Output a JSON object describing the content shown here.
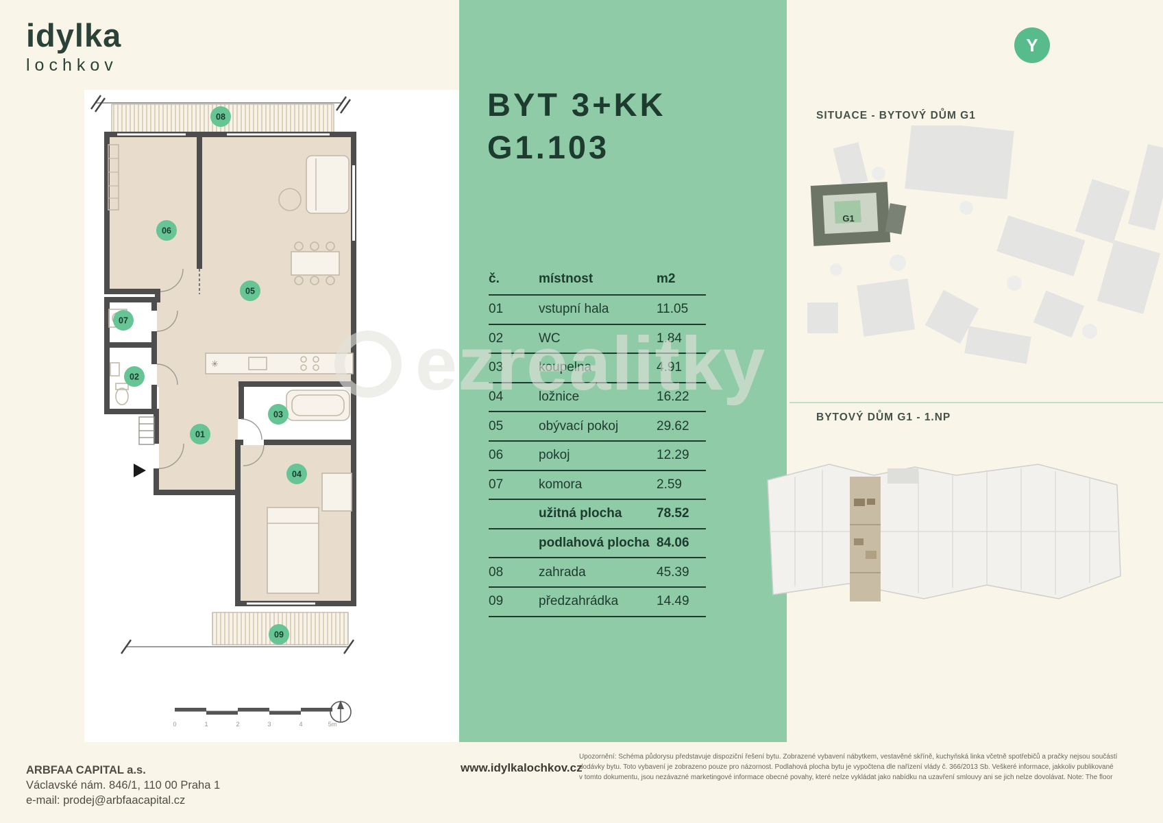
{
  "brand": {
    "line1": "idylka",
    "line2": "lochkov",
    "badge": "Y"
  },
  "unit": {
    "title_line1": "BYT 3+KK",
    "title_line2": "G1.103"
  },
  "room_table": {
    "headers": {
      "num": "č.",
      "name": "místnost",
      "area": "m2"
    },
    "rows": [
      {
        "num": "01",
        "name": "vstupní hala",
        "area": "11.05"
      },
      {
        "num": "02",
        "name": "WC",
        "area": "1.84"
      },
      {
        "num": "03",
        "name": "koupelna",
        "area": "4.91"
      },
      {
        "num": "04",
        "name": "ložnice",
        "area": "16.22"
      },
      {
        "num": "05",
        "name": "obývací pokoj",
        "area": "29.62"
      },
      {
        "num": "06",
        "name": "pokoj",
        "area": "12.29"
      },
      {
        "num": "07",
        "name": "komora",
        "area": "2.59"
      },
      {
        "num": "",
        "name": "užitná plocha",
        "area": "78.52"
      },
      {
        "num": "",
        "name": "podlahová plocha",
        "area": "84.06"
      },
      {
        "num": "08",
        "name": "zahrada",
        "area": "45.39"
      },
      {
        "num": "09",
        "name": "předzahrádka",
        "area": "14.49"
      }
    ]
  },
  "floorplan": {
    "markers": [
      "08",
      "06",
      "05",
      "07",
      "02",
      "03",
      "01",
      "04",
      "09"
    ],
    "scale_labels": [
      "0",
      "1",
      "2",
      "3",
      "4",
      "5m"
    ]
  },
  "right_panel": {
    "situace_title": "SITUACE - BYTOVÝ DŮM G1",
    "building_label": "G1",
    "np_title": "BYTOVÝ DŮM  G1 - 1.NP"
  },
  "watermark": {
    "text": "ezrealitky"
  },
  "footer": {
    "company": "ARBFAA CAPITAL a.s.",
    "address": "Václavské nám. 846/1, 110 00 Praha 1",
    "email": "e-mail: prodej@arbfaacapital.cz",
    "website": "www.idylkalochkov.cz",
    "disclaimer_line1": "Upozornění: Schéma půdorysu představuje dispoziční řešení bytu. Zobrazené vybavení nábytkem, vestavěné skříně, kuchyňská linka včetně spotřebičů a pračky nejsou součástí",
    "disclaimer_line2": "dodávky bytu. Toto vybavení je zobrazeno pouze pro názornost. Podlahová plocha bytu je vypočtena dle nařízení vlády č. 366/2013 Sb. Veškeré informace, jakkoliv publikované",
    "disclaimer_line3": "v tomto dokumentu, jsou nezávazné marketingové informace obecné povahy, které nelze vykládat jako nabídku na uzavření smlouvy ani se jich nelze dovolávat. Note: The floor"
  },
  "colors": {
    "background_cream": "#faf5e9",
    "panel_green": "#8ecba6",
    "dark_green_text": "#1d3b2e",
    "badge_green": "#58bb8c",
    "wall_gray": "#4d4d4d",
    "floor_beige": "#e8ddcc",
    "marker_green": "#66c495"
  }
}
